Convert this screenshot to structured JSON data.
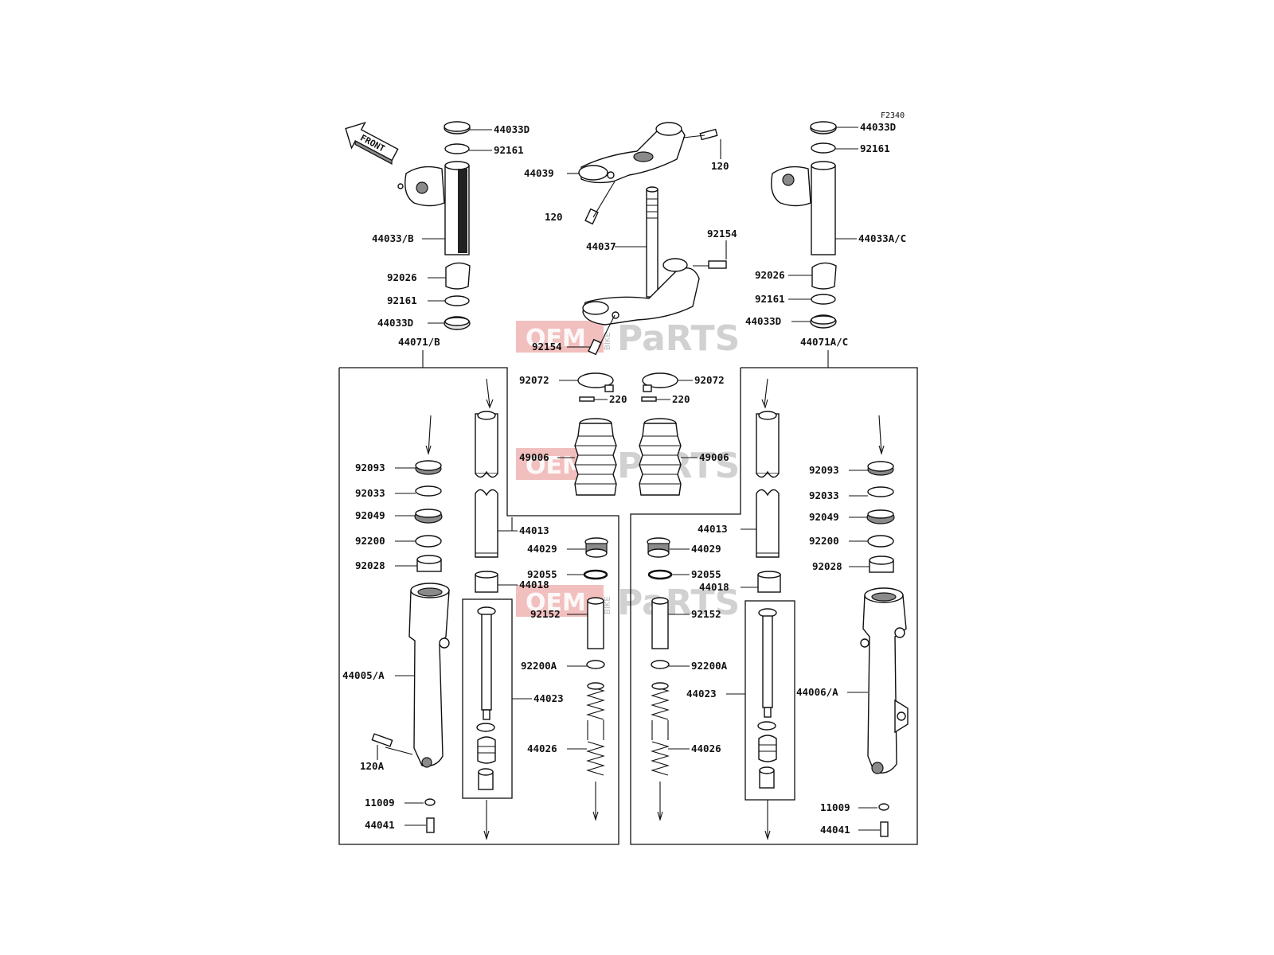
{
  "diagram_code": "F2340",
  "front_marker": "FRONT",
  "watermark": {
    "oem": "OEM",
    "bike": "BIKE",
    "parts": "PaRTS",
    "color": "#e88a8a"
  },
  "labels": {
    "p44033D_l": "44033D",
    "p92161_l": "92161",
    "p44033B": "44033/B",
    "p92026_l": "92026",
    "p92161b_l": "92161",
    "p44033Db_l": "44033D",
    "p44071B": "44071/B",
    "p44039": "44039",
    "p120_top": "120",
    "p120_left": "120",
    "p44037": "44037",
    "p92154_r": "92154",
    "p92154_l": "92154",
    "p44033D_r": "44033D",
    "p92161_r": "92161",
    "p44033AC": "44033A/C",
    "p92026_r": "92026",
    "p92161b_r": "92161",
    "p44033Db_r": "44033D",
    "p44071AC": "44071A/C",
    "p92072_l": "92072",
    "p92072_r": "92072",
    "p220_l": "220",
    "p220_r": "220",
    "p49006_l": "49006",
    "p49006_r": "49006",
    "p92093_l": "92093",
    "p92033_l": "92033",
    "p92049_l": "92049",
    "p92200_l": "92200",
    "p92028_l": "92028",
    "p44013_l": "44013",
    "p44029_l": "44029",
    "p92055_l": "92055",
    "p44018_l": "44018",
    "p92152_l": "92152",
    "p92200A_l": "92200A",
    "p44023_l": "44023",
    "p44026_l": "44026",
    "p44005A": "44005/A",
    "p120A": "120A",
    "p11009_l": "11009",
    "p44041_l": "44041",
    "p92093_r": "92093",
    "p92033_r": "92033",
    "p92049_r": "92049",
    "p92200_r": "92200",
    "p92028_r": "92028",
    "p44013_r": "44013",
    "p44029_r": "44029",
    "p92055_r": "92055",
    "p44018_r": "44018",
    "p92152_r": "92152",
    "p92200A_r": "92200A",
    "p44023_r": "44023",
    "p44026_r": "44026",
    "p44006A": "44006/A",
    "p11009_r": "11009",
    "p44041_r": "44041"
  }
}
